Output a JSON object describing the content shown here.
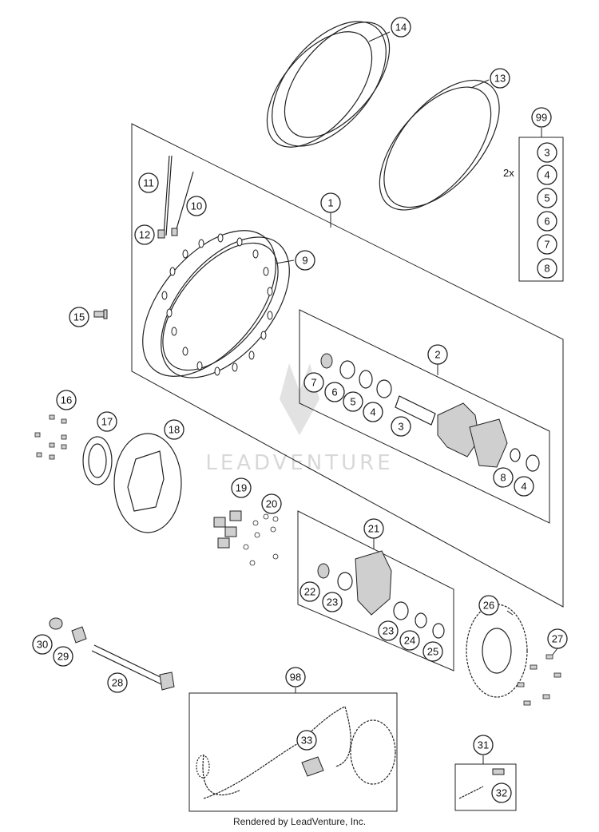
{
  "diagram": {
    "watermark_text": "LEADVENTURE",
    "footer": "Rendered by LeadVenture, Inc.",
    "kit_multiplier": "2x",
    "callouts": [
      {
        "id": "c14",
        "label": "14"
      },
      {
        "id": "c13",
        "label": "13"
      },
      {
        "id": "c99",
        "label": "99"
      },
      {
        "id": "c99_3",
        "label": "3"
      },
      {
        "id": "c99_4",
        "label": "4"
      },
      {
        "id": "c99_5",
        "label": "5"
      },
      {
        "id": "c99_6",
        "label": "6"
      },
      {
        "id": "c99_7",
        "label": "7"
      },
      {
        "id": "c99_8",
        "label": "8"
      },
      {
        "id": "c11",
        "label": "11"
      },
      {
        "id": "c10",
        "label": "10"
      },
      {
        "id": "c12",
        "label": "12"
      },
      {
        "id": "c1",
        "label": "1"
      },
      {
        "id": "c9",
        "label": "9"
      },
      {
        "id": "c15",
        "label": "15"
      },
      {
        "id": "c2",
        "label": "2"
      },
      {
        "id": "c7",
        "label": "7"
      },
      {
        "id": "c6",
        "label": "6"
      },
      {
        "id": "c5",
        "label": "5"
      },
      {
        "id": "c4a",
        "label": "4"
      },
      {
        "id": "c3",
        "label": "3"
      },
      {
        "id": "c8",
        "label": "8"
      },
      {
        "id": "c4b",
        "label": "4"
      },
      {
        "id": "c16",
        "label": "16"
      },
      {
        "id": "c17",
        "label": "17"
      },
      {
        "id": "c18",
        "label": "18"
      },
      {
        "id": "c19",
        "label": "19"
      },
      {
        "id": "c20",
        "label": "20"
      },
      {
        "id": "c21",
        "label": "21"
      },
      {
        "id": "c22",
        "label": "22"
      },
      {
        "id": "c23a",
        "label": "23"
      },
      {
        "id": "c23b",
        "label": "23"
      },
      {
        "id": "c24",
        "label": "24"
      },
      {
        "id": "c25",
        "label": "25"
      },
      {
        "id": "c26",
        "label": "26"
      },
      {
        "id": "c27",
        "label": "27"
      },
      {
        "id": "c30",
        "label": "30"
      },
      {
        "id": "c29",
        "label": "29"
      },
      {
        "id": "c28",
        "label": "28"
      },
      {
        "id": "c98",
        "label": "98"
      },
      {
        "id": "c33",
        "label": "33"
      },
      {
        "id": "c31",
        "label": "31"
      },
      {
        "id": "c32",
        "label": "32"
      }
    ]
  }
}
